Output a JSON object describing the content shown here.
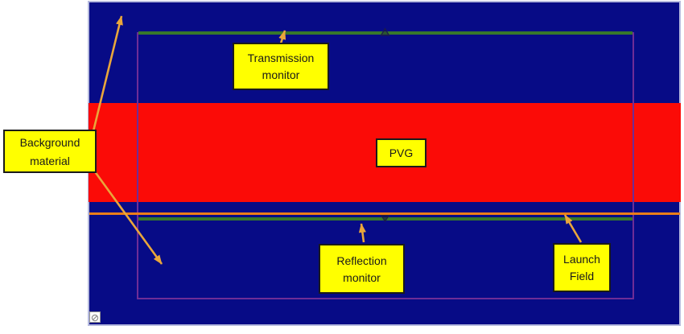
{
  "diagram": {
    "labels": {
      "background_material": {
        "lines": [
          "Background",
          "material"
        ]
      },
      "transmission_monitor": {
        "lines": [
          "Transmission",
          "monitor"
        ]
      },
      "pvg": {
        "lines": [
          "PVG"
        ]
      },
      "reflection_monitor": {
        "lines": [
          "Reflection",
          "monitor"
        ]
      },
      "launch_field": {
        "lines": [
          "Launch",
          "Field"
        ]
      }
    },
    "icons": {
      "corner": "broken-image-icon"
    },
    "colors": {
      "background_material_fill": "#070b86",
      "pvg_fill": "#fb0b07",
      "callout_fill": "#ffff00",
      "callout_border": "#1a1a1a",
      "monitor_line": "#37782b",
      "launch_field_line": "#eb7d19",
      "domain_boundary": "#6e2d96",
      "arrow": "#e9a63b",
      "canvas_edge": "#b6bade"
    }
  }
}
